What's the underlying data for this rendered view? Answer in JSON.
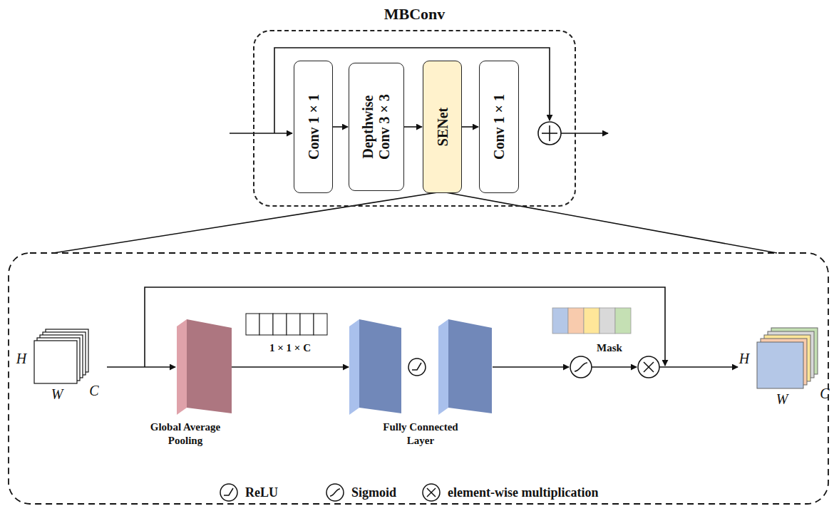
{
  "diagram": {
    "nodes": [
      {
        "text": [
          "MBConv"
        ]
      },
      {
        "text": [
          "Conv 1 × 1"
        ],
        "in": 0
      },
      {
        "text": [
          "Depthwise Conv 3 × 3"
        ],
        "in": 0
      },
      {
        "text": [
          "SENet"
        ],
        "in": 0
      },
      {
        "text": [
          "Conv 1 × 1"
        ],
        "in": 0
      },
      {
        "text": [
          "Global Average Pooling"
        ]
      },
      {
        "text": [
          "Fully Connected Layer"
        ]
      }
    ],
    "edges": [
      {
        "from": 1,
        "to": 2,
        "arrow": "to"
      },
      {
        "from": 2,
        "to": 3,
        "arrow": "to"
      },
      {
        "from": 3,
        "to": 4,
        "arrow": "to"
      },
      {
        "from": 5,
        "to": 6,
        "label": "1 × 1 × C",
        "arrow": "to"
      }
    ],
    "labels": [
      "H",
      "W",
      "C",
      "Mask",
      "H",
      "W",
      "C"
    ],
    "legend": [
      {
        "text": "ReLU"
      },
      {
        "text": "Sigmoid"
      },
      {
        "text": "element-wise multiplication"
      }
    ]
  }
}
